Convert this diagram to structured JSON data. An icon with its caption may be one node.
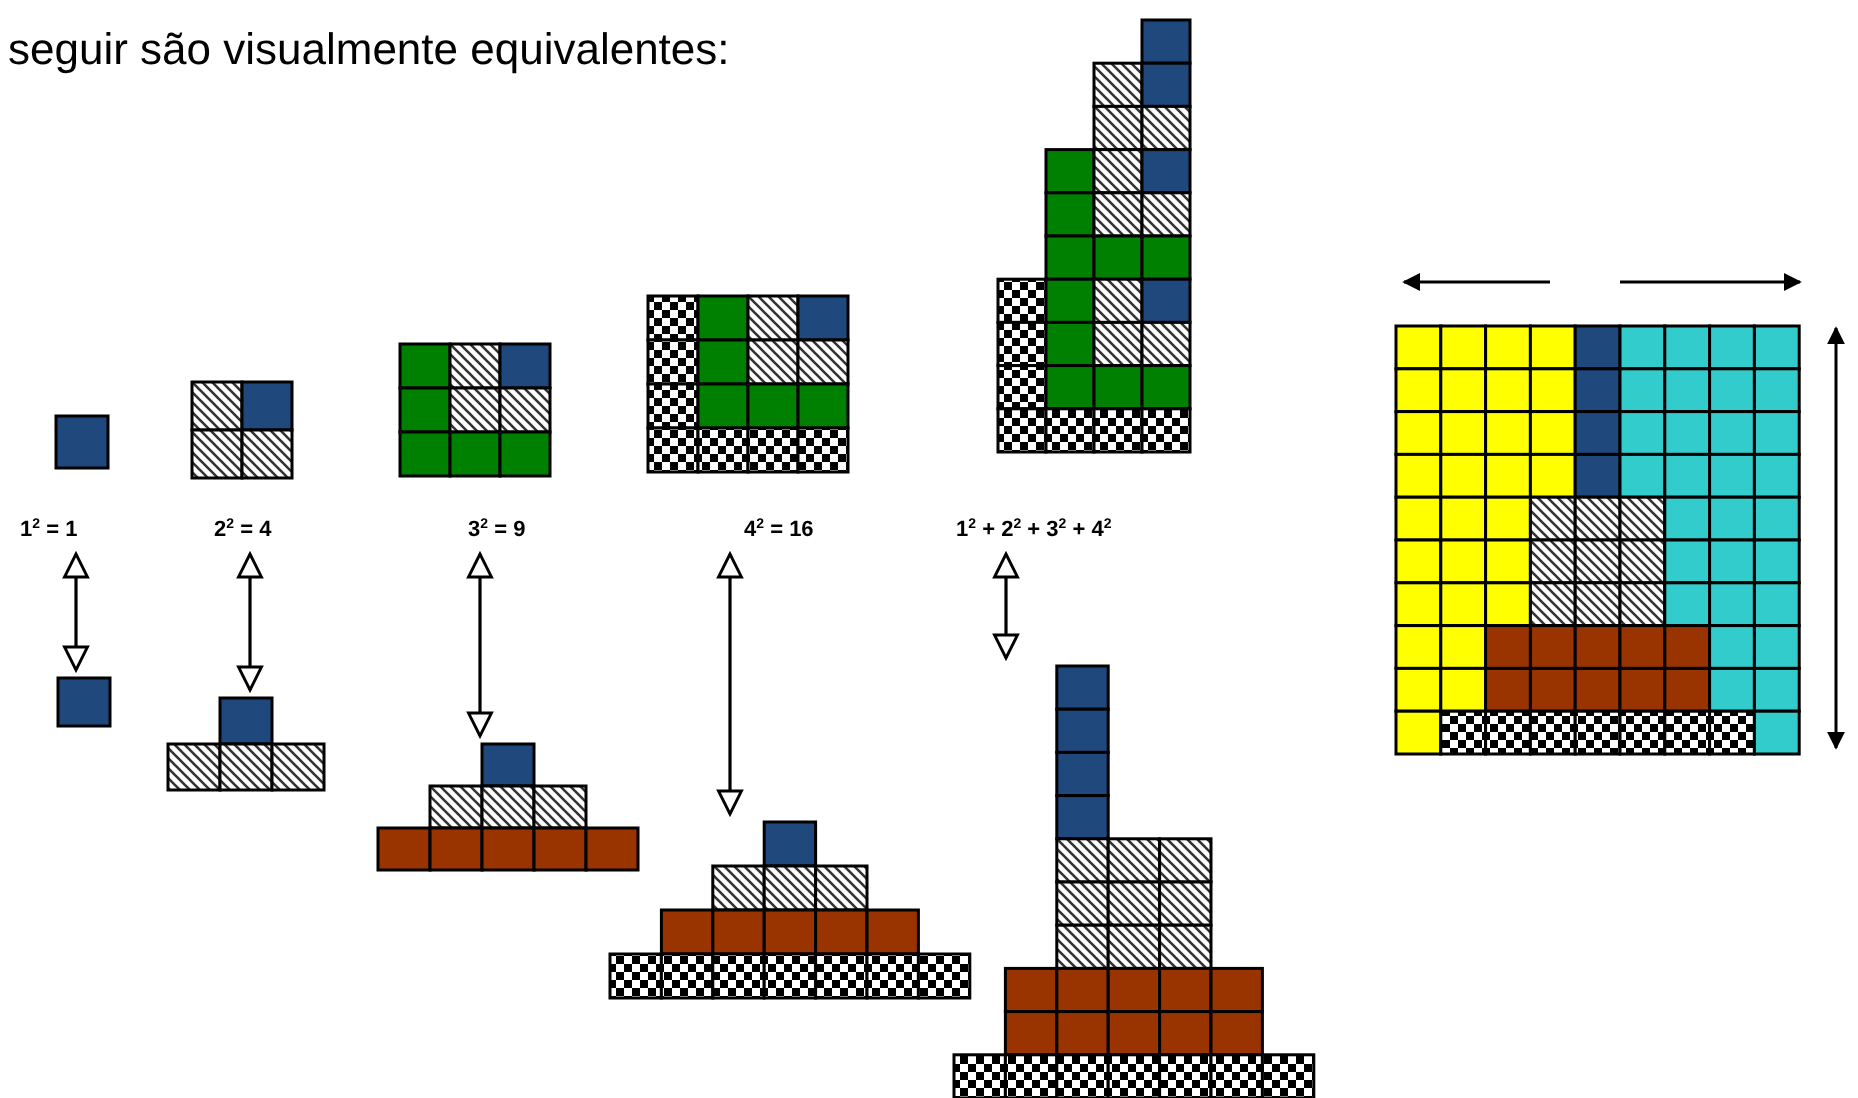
{
  "diagram": {
    "nodes": [
      {
        "text": [],
        "shape": "box",
        "beside": [
          "1$^{2}$ = 1"
        ]
      },
      {
        "text": [],
        "shape": "picture",
        "beside": [
          "2$^{2}$ = 4"
        ]
      },
      {
        "text": [],
        "shape": "picture",
        "beside": [
          "3$^{2}$ = 9"
        ]
      },
      {
        "text": [],
        "shape": "picture",
        "beside": [
          "4$^{2}$ = 16"
        ]
      },
      {
        "text": [],
        "shape": "picture",
        "beside": [
          "1$^{2}$ + 2$^{2}$ + 3$^{2}$ + 4$^{2}$"
        ]
      },
      {
        "text": [],
        "shape": "box"
      },
      {
        "text": [],
        "shape": "picture"
      },
      {
        "text": [],
        "shape": "picture"
      },
      {
        "text": [],
        "shape": "picture"
      },
      {
        "text": [],
        "shape": "picture"
      },
      {
        "text": [],
        "shape": "picture"
      }
    ],
    "edges": [
      {
        "from": 0,
        "to": 5,
        "arrow": "both"
      },
      {
        "from": 1,
        "to": 6,
        "arrow": "both"
      },
      {
        "from": 2,
        "to": 7,
        "arrow": "both"
      },
      {
        "from": 3,
        "to": 8,
        "arrow": "both"
      },
      {
        "from": 4,
        "to": 9,
        "arrow": "both"
      }
    ],
    "labels": [
      "seguir são visualmente equivalentes:"
    ]
  }
}
